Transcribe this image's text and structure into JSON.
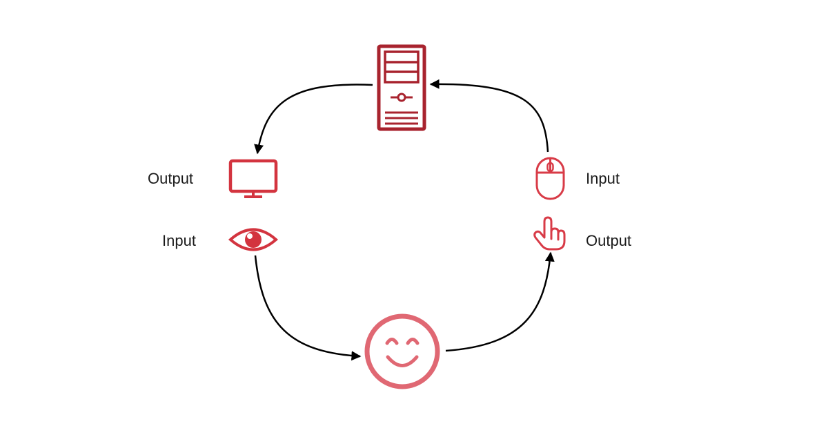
{
  "labels": {
    "monitor": "Output",
    "eye": "Input",
    "mouse": "Input",
    "hand": "Output"
  },
  "colors": {
    "computer": "#a8232e",
    "monitor": "#d3343f",
    "eye": "#d3343f",
    "mouse": "#d83b47",
    "hand": "#d83b47",
    "smiley": "#e06873",
    "arrow": "#000000"
  },
  "icons": {
    "computer": "computer-tower-icon",
    "monitor": "monitor-icon",
    "eye": "eye-icon",
    "mouse": "mouse-icon",
    "hand": "pointing-hand-icon",
    "user": "smiley-face-icon"
  }
}
